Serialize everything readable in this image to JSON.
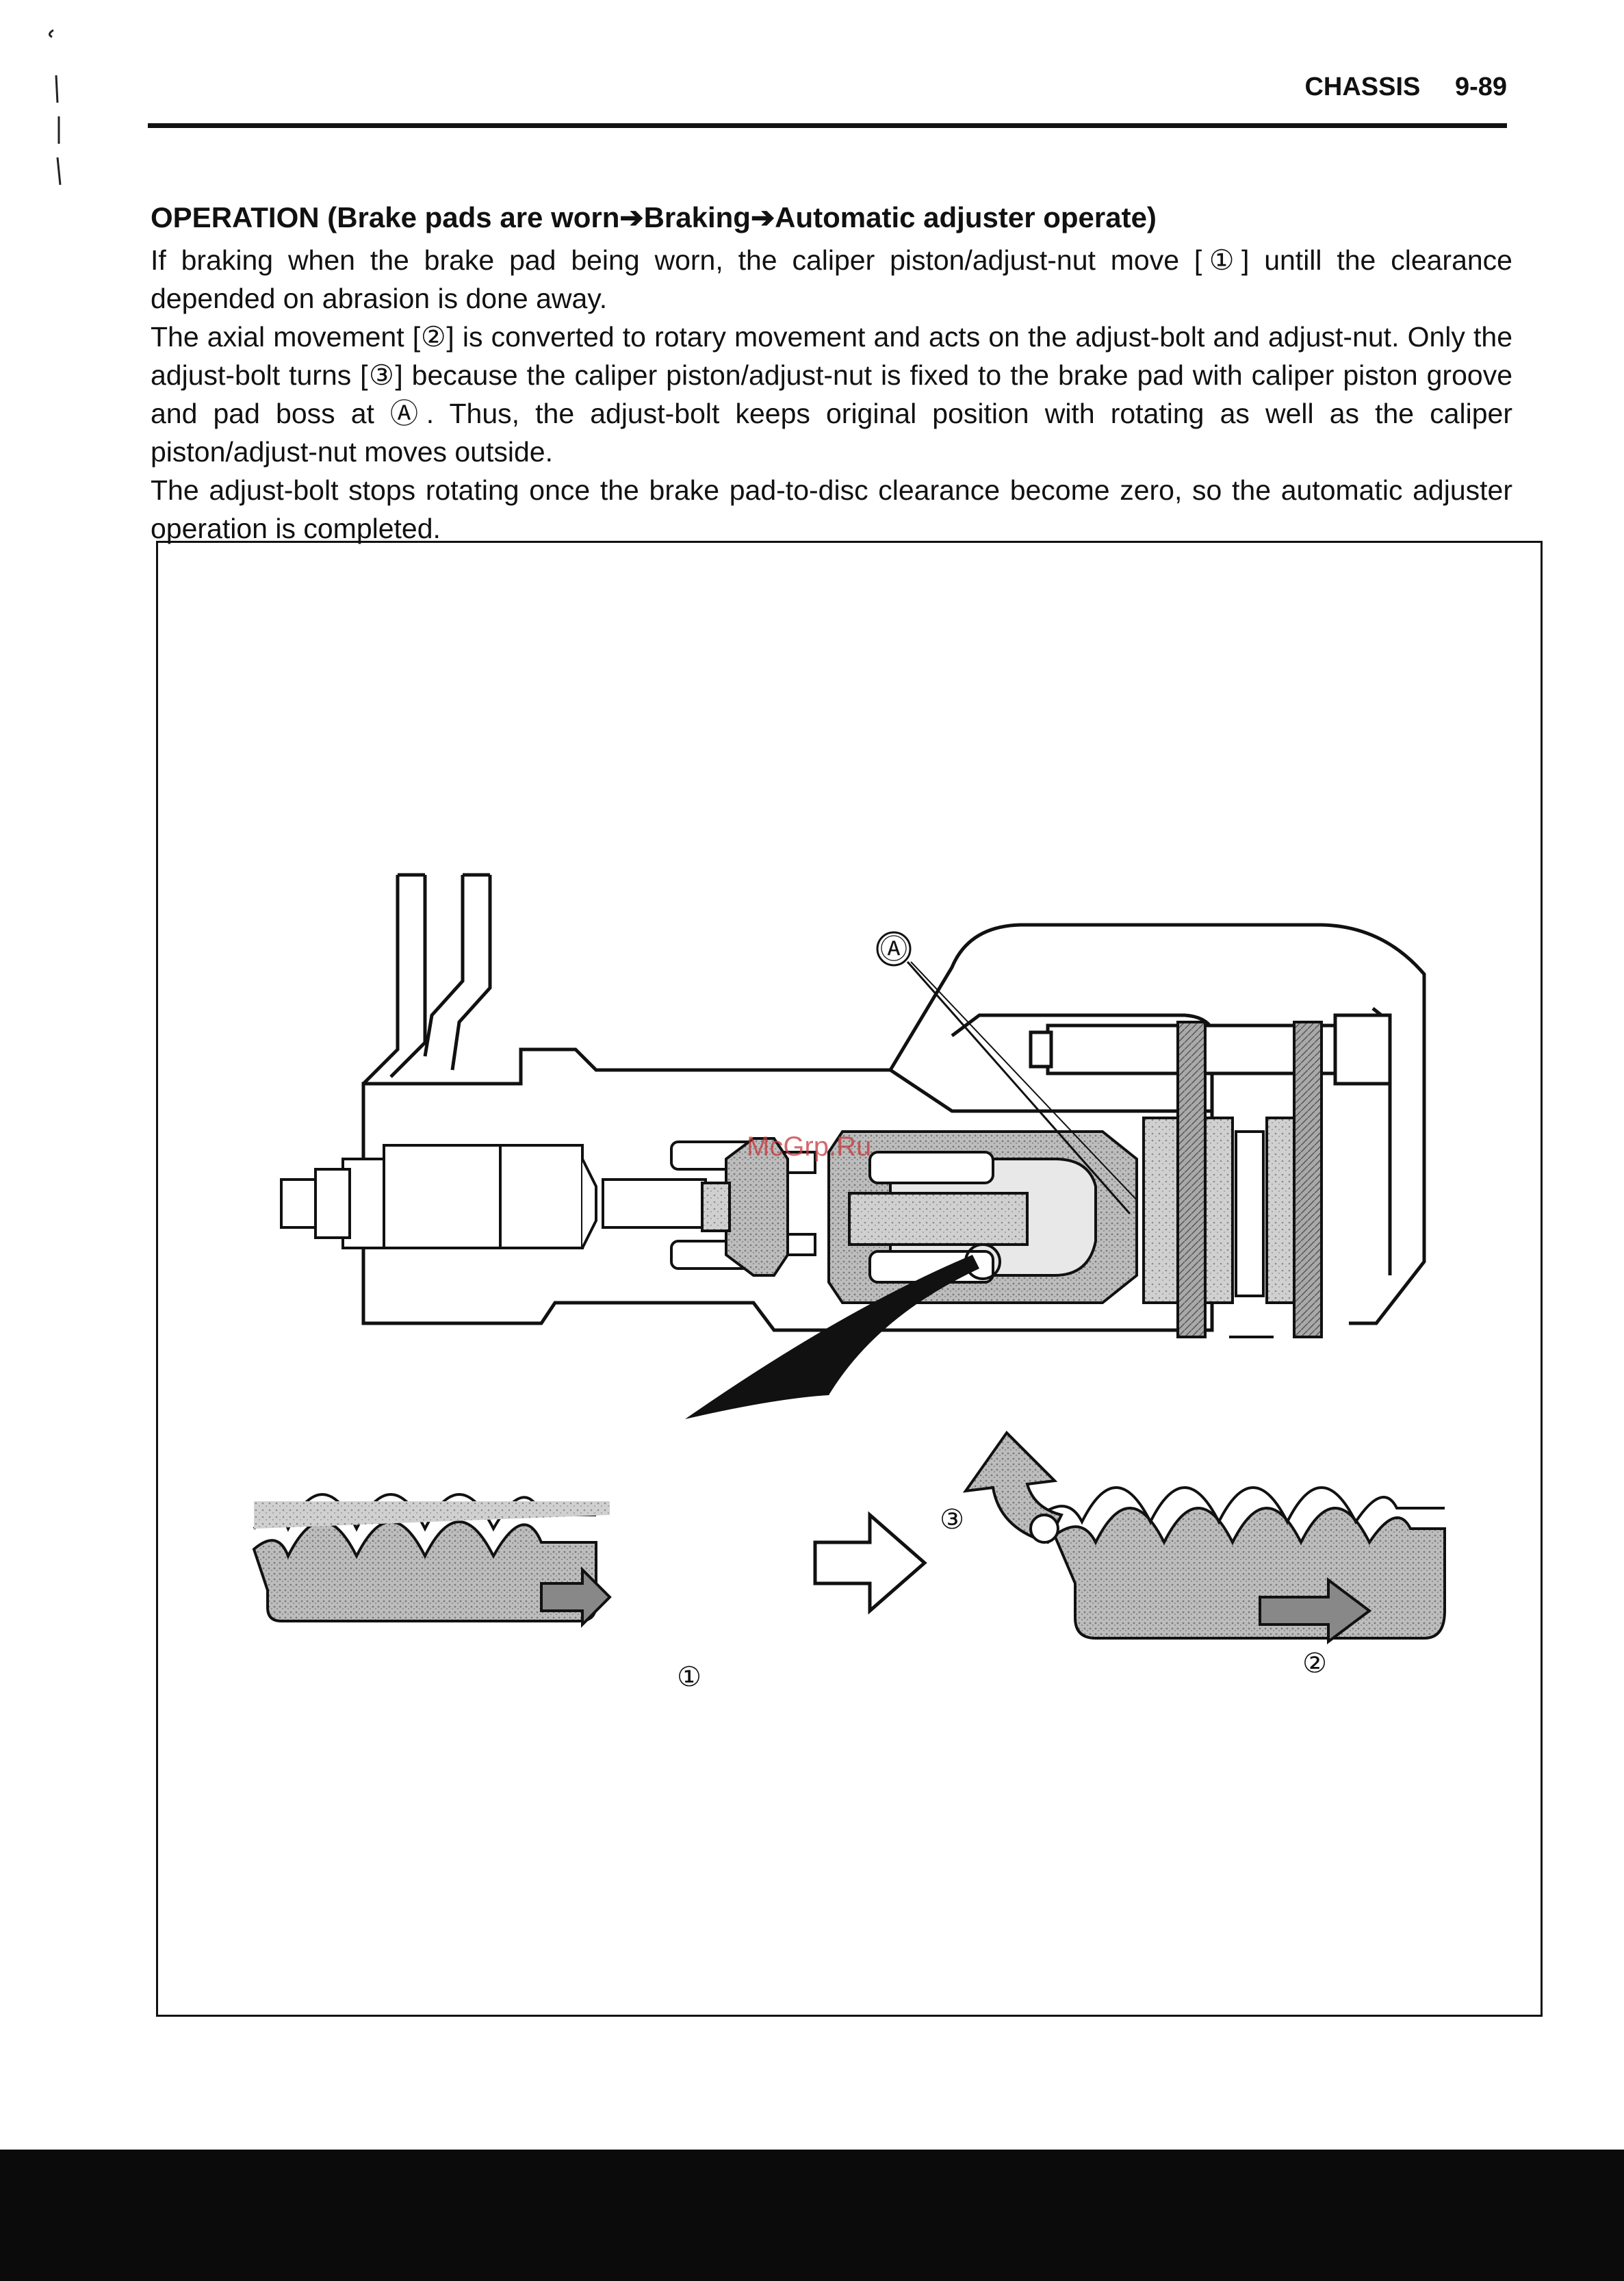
{
  "header": {
    "section": "CHASSIS",
    "page_number": "9-89"
  },
  "section_title": "OPERATION (Brake pads are worn➔Braking➔Automatic adjuster operate)",
  "paragraphs": [
    "If braking when the brake pad being worn, the caliper piston/adjust-nut move [①] untill the clearance depended on abrasion is done away.",
    "The axial movement [②] is converted to rotary movement and acts on the adjust-bolt and adjust-nut. Only the adjust-bolt turns [③] because the caliper piston/adjust-nut is fixed to the brake pad with caliper piston groove and pad boss at Ⓐ. Thus, the adjust-bolt keeps original position with rotating as well as the caliper piston/adjust-nut moves outside.",
    "The adjust-bolt stops rotating once the brake pad-to-disc clearance become zero, so the automatic adjuster operation is completed."
  ],
  "figure": {
    "watermark": "McGrp.Ru",
    "callouts": {
      "a": "Ⓐ",
      "one": "①",
      "two": "②",
      "three": "③"
    }
  }
}
